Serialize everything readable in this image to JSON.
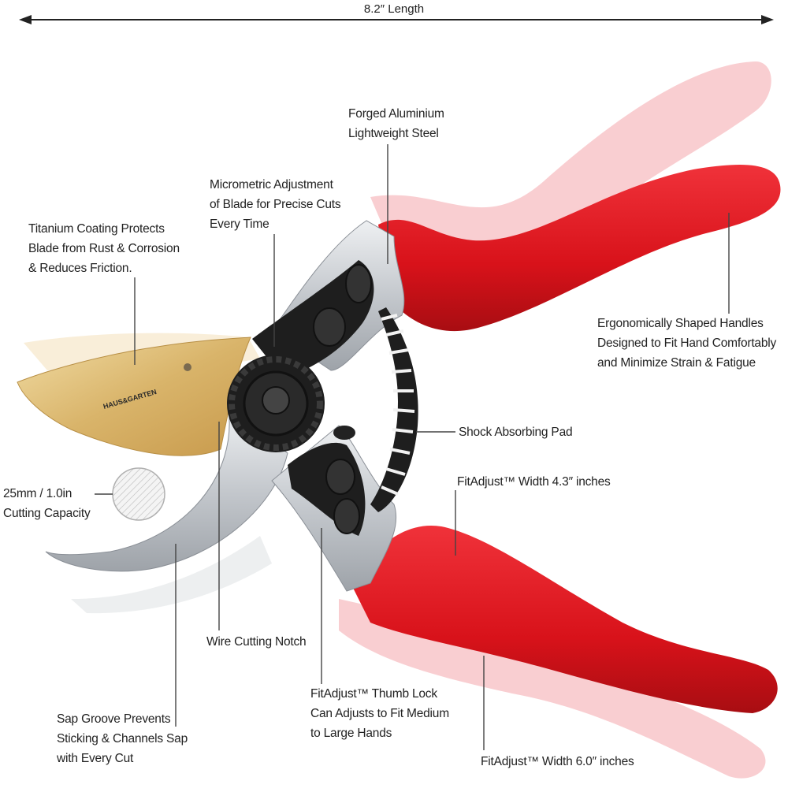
{
  "dimension": {
    "length_label": "8.2″ Length"
  },
  "brand": {
    "text": "HAUS&GARTEN"
  },
  "colors": {
    "handle_red": "#e0141c",
    "handle_ghost": "#f2a9ae",
    "blade_gold": "#d9b46a",
    "blade_steel": "#c9ccd1",
    "hardware_black": "#1e1e1e"
  },
  "callouts": {
    "forged": {
      "lines": [
        "Forged Aluminium",
        "Lightweight Steel"
      ]
    },
    "micrometric": {
      "lines": [
        "Micrometric Adjustment",
        "of Blade for Precise Cuts",
        "Every Time"
      ]
    },
    "titanium": {
      "lines": [
        "Titanium Coating Protects",
        "Blade from Rust & Corrosion",
        "& Reduces Friction."
      ]
    },
    "ergonomic": {
      "lines": [
        "Ergonomically Shaped Handles",
        "Designed to Fit Hand Comfortably",
        "and Minimize Strain & Fatigue"
      ]
    },
    "shock": {
      "lines": [
        "Shock Absorbing Pad"
      ]
    },
    "width43": {
      "lines": [
        "FitAdjust™ Width 4.3″ inches"
      ]
    },
    "capacity": {
      "lines": [
        "25mm / 1.0in",
        "Cutting Capacity"
      ]
    },
    "wire": {
      "lines": [
        "Wire Cutting Notch"
      ]
    },
    "thumb": {
      "lines": [
        "FitAdjust™ Thumb Lock",
        "Can Adjusts to Fit Medium",
        "to Large Hands"
      ]
    },
    "sap": {
      "lines": [
        "Sap Groove Prevents",
        "Sticking & Channels Sap",
        "with Every Cut"
      ]
    },
    "width60": {
      "lines": [
        "FitAdjust™ Width 6.0″ inches"
      ]
    }
  }
}
